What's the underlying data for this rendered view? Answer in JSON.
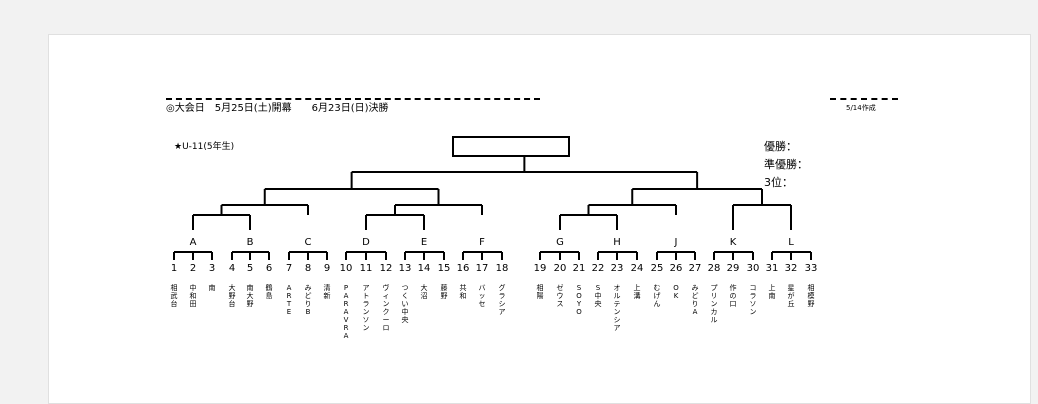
{
  "header": {
    "date_line": "◎大会日　5月25日(土)開幕　　6月23日(日)決勝",
    "created": "5/14作成"
  },
  "category": "★U-11(5年生)",
  "results": {
    "winner": "優勝：",
    "runner_up": "準優勝：",
    "third": "3位："
  },
  "groups": [
    {
      "label": "A",
      "teams": [
        {
          "num": "1",
          "name": "相武台"
        },
        {
          "num": "2",
          "name": "中和田"
        },
        {
          "num": "3",
          "name": "南"
        }
      ]
    },
    {
      "label": "B",
      "teams": [
        {
          "num": "4",
          "name": "大野台"
        },
        {
          "num": "5",
          "name": "南大野"
        },
        {
          "num": "6",
          "name": "鶴島"
        }
      ]
    },
    {
      "label": "C",
      "teams": [
        {
          "num": "7",
          "name": "ARTE"
        },
        {
          "num": "8",
          "name": "みどりB"
        },
        {
          "num": "9",
          "name": "清新"
        }
      ]
    },
    {
      "label": "D",
      "teams": [
        {
          "num": "10",
          "name": "PARAVRA"
        },
        {
          "num": "11",
          "name": "アトランソン"
        },
        {
          "num": "12",
          "name": "ヴィンクーロ"
        }
      ]
    },
    {
      "label": "E",
      "teams": [
        {
          "num": "13",
          "name": "つくい中央"
        },
        {
          "num": "14",
          "name": "大沼"
        },
        {
          "num": "15",
          "name": "藤野"
        }
      ]
    },
    {
      "label": "F",
      "teams": [
        {
          "num": "16",
          "name": "共和"
        },
        {
          "num": "17",
          "name": "バッセ"
        },
        {
          "num": "18",
          "name": "グラシア"
        }
      ]
    },
    {
      "label": "G",
      "teams": [
        {
          "num": "19",
          "name": "相陽"
        },
        {
          "num": "20",
          "name": "ゼウス"
        },
        {
          "num": "21",
          "name": "SOYO"
        }
      ]
    },
    {
      "label": "H",
      "teams": [
        {
          "num": "22",
          "name": "S中央"
        },
        {
          "num": "23",
          "name": "オルテンシア"
        },
        {
          "num": "24",
          "name": "上溝"
        }
      ]
    },
    {
      "label": "J",
      "teams": [
        {
          "num": "25",
          "name": "むげん"
        },
        {
          "num": "26",
          "name": "OK"
        },
        {
          "num": "27",
          "name": "みどりA"
        }
      ]
    },
    {
      "label": "K",
      "teams": [
        {
          "num": "28",
          "name": "プリンカル"
        },
        {
          "num": "29",
          "name": "作の口"
        },
        {
          "num": "30",
          "name": "コラソン"
        }
      ]
    },
    {
      "label": "L",
      "teams": [
        {
          "num": "31",
          "name": "上南"
        },
        {
          "num": "32",
          "name": "星が丘"
        },
        {
          "num": "33",
          "name": "相模野"
        }
      ]
    }
  ]
}
